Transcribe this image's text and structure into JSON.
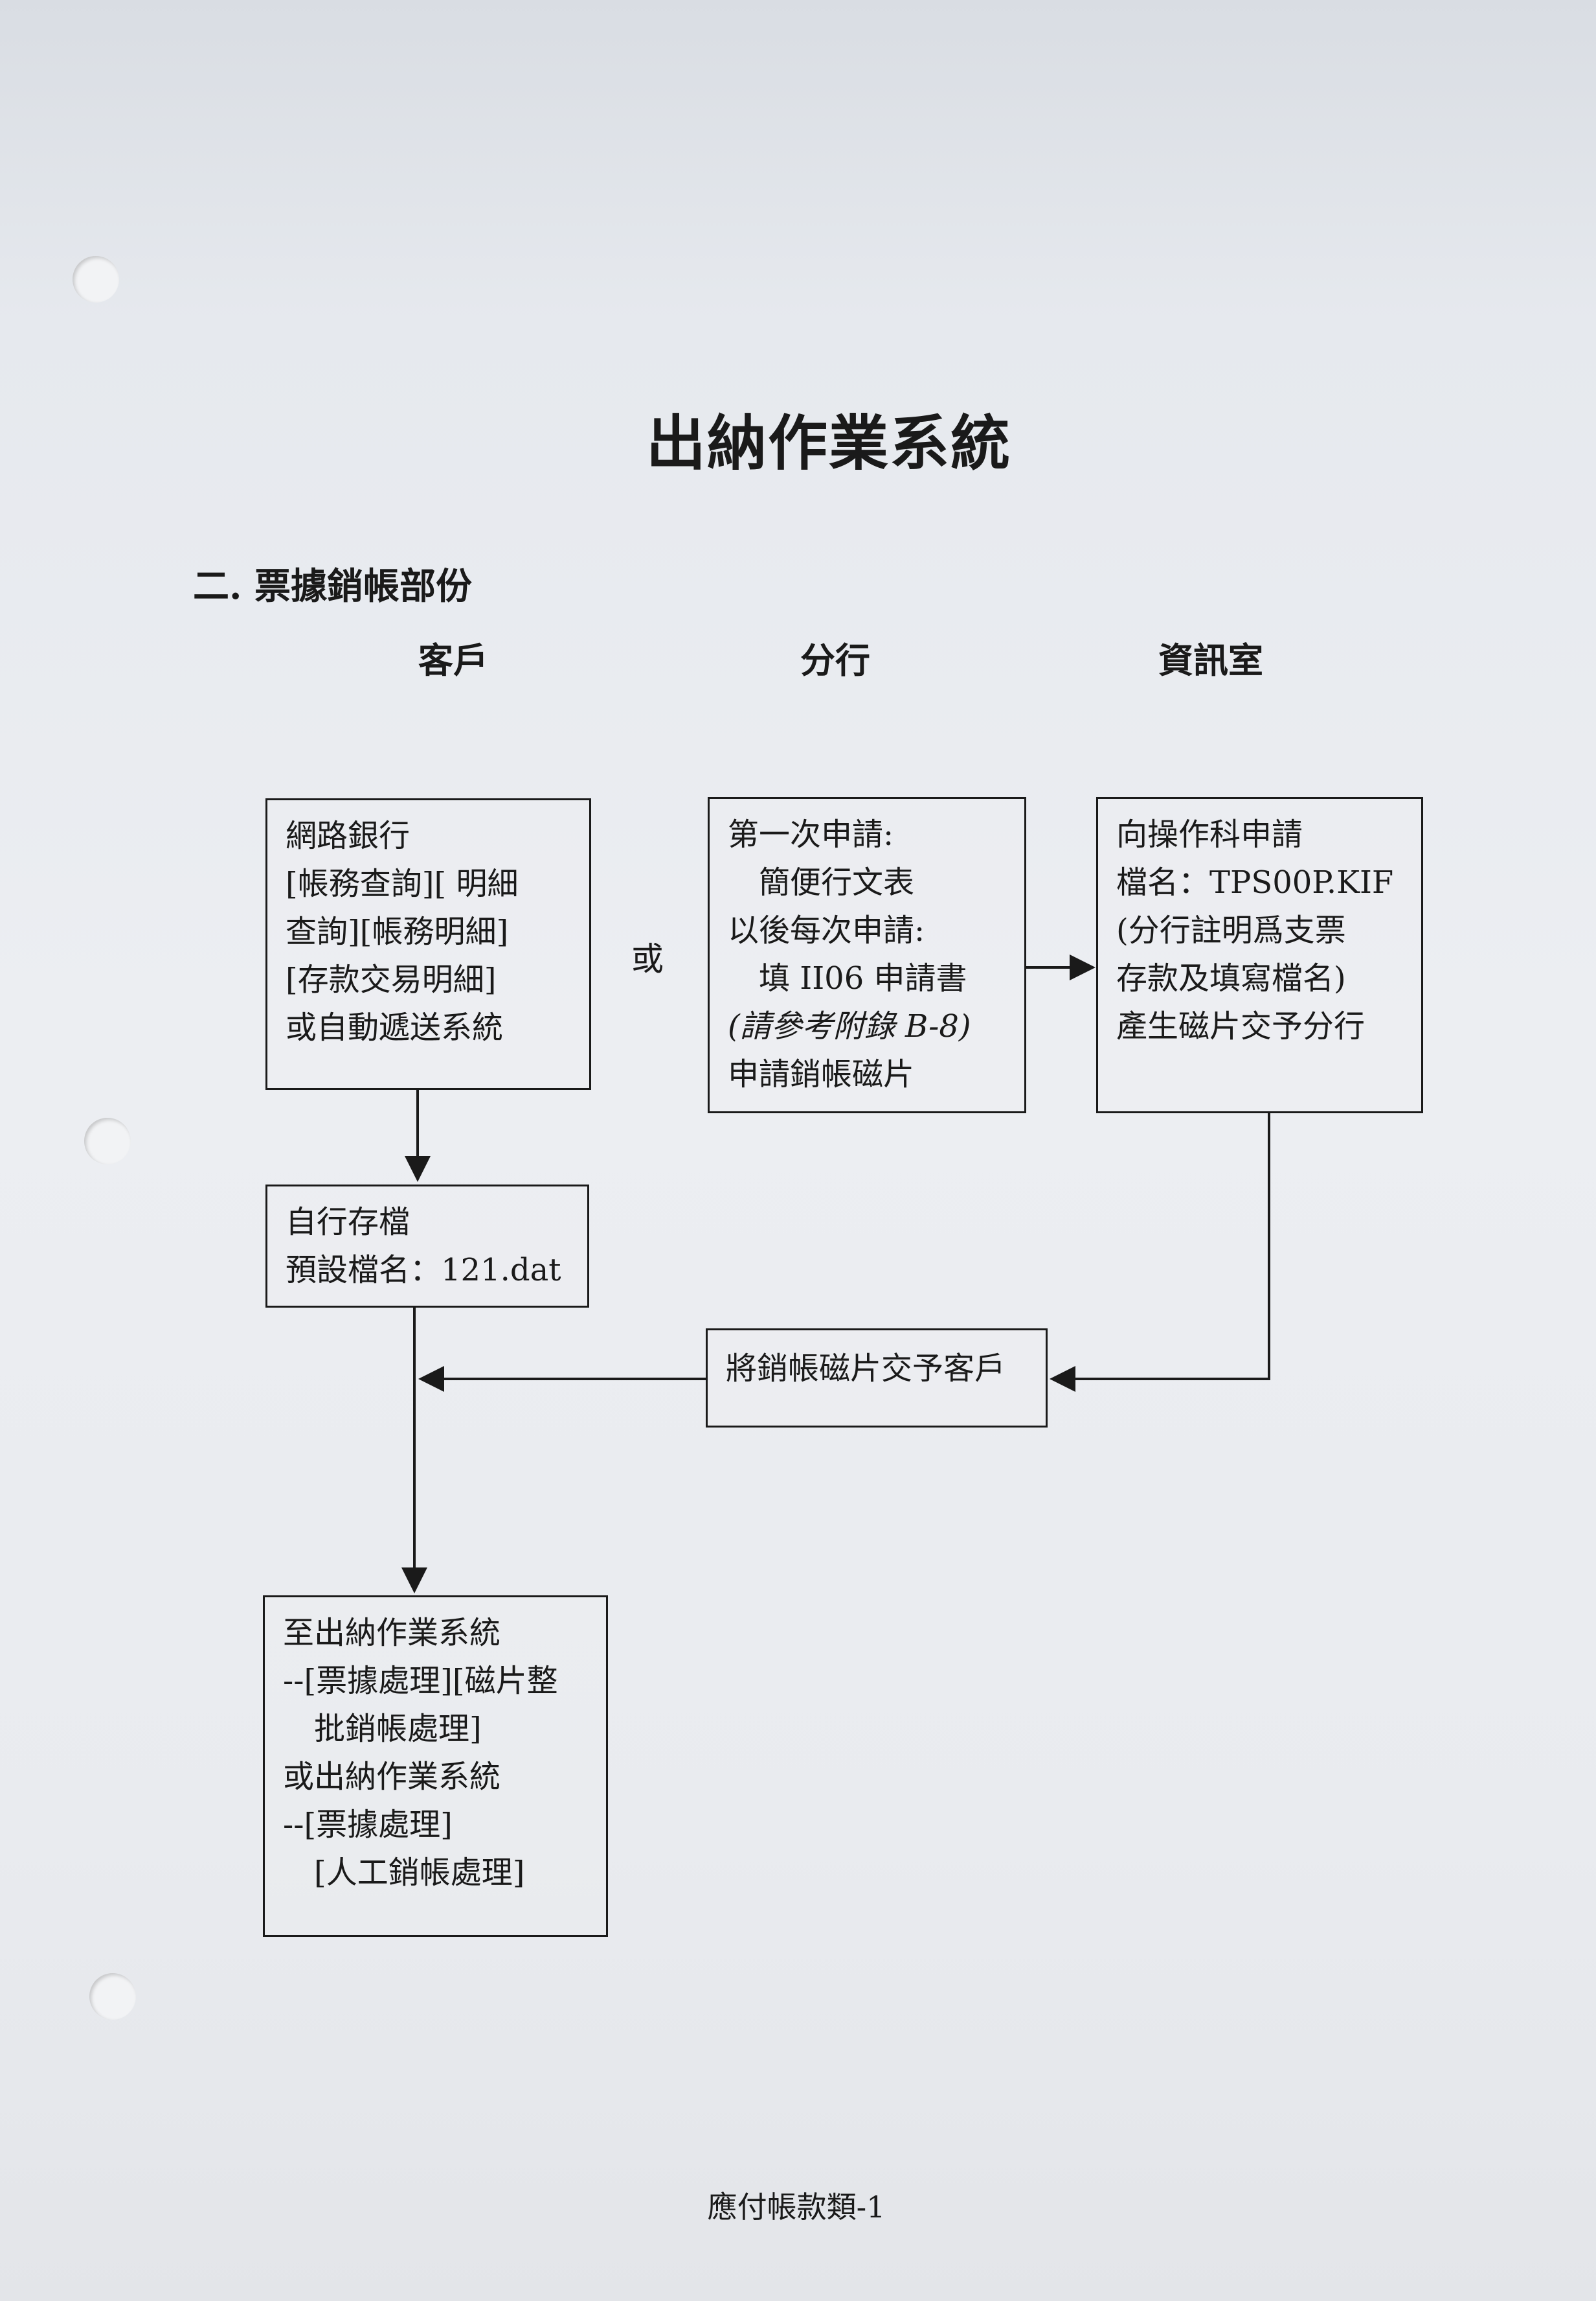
{
  "title": "出納作業系統",
  "section_heading": "二. 票據銷帳部份",
  "columns": {
    "customer": "客戶",
    "branch": "分行",
    "it_office": "資訊室"
  },
  "boxes": {
    "online_banking": {
      "lines": [
        "網路銀行",
        "[帳務查詢][ 明細",
        "查詢][帳務明細]",
        "[存款交易明細]",
        "或自動遞送系統"
      ]
    },
    "branch_apply": {
      "line1": "第一次申請:",
      "line2": "簡便行文表",
      "line3": "以後每次申請:",
      "line4": "填 II06 申請書",
      "line5": "(請參考附錄 B-8)",
      "line6": "申請銷帳磁片"
    },
    "it_apply": {
      "lines": [
        "向操作科申請",
        "檔名：TPS00P.KIF",
        "(分行註明爲支票",
        "存款及填寫檔名)",
        "產生磁片交予分行"
      ]
    },
    "self_save": {
      "lines": [
        "自行存檔",
        "預設檔名：121.dat"
      ]
    },
    "hand_over": {
      "lines": [
        "將銷帳磁片交予客戶"
      ]
    },
    "cashier_system": {
      "line1": "至出納作業系統",
      "line2": "--[票據處理][磁片整",
      "line3": "批銷帳處理]",
      "line4": "或出納作業系統",
      "line5": "--[票據處理]",
      "line6": "[人工銷帳處理]"
    }
  },
  "or_label": "或",
  "footer": "應付帳款類-1"
}
